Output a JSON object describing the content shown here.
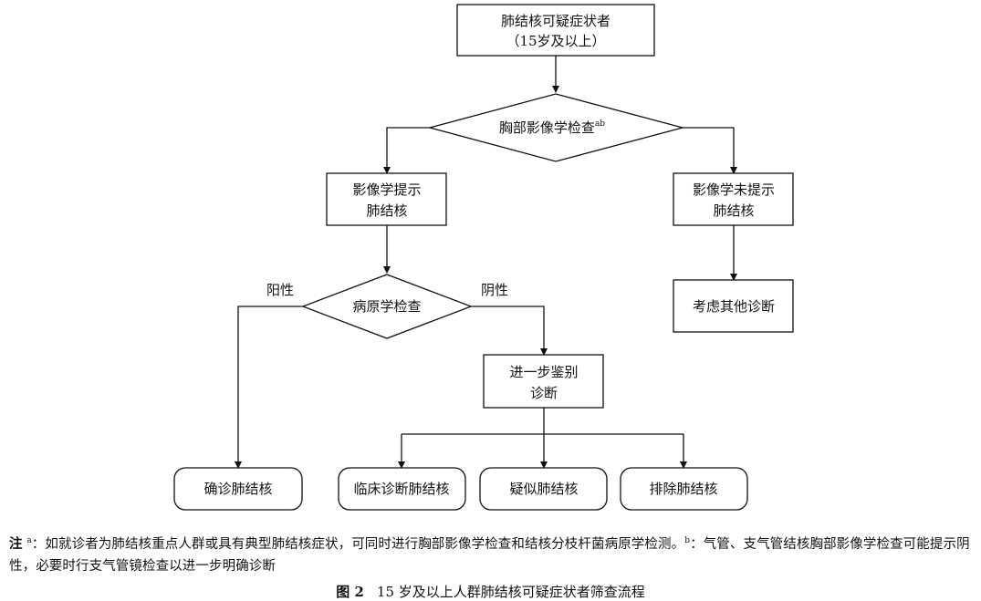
{
  "diagram": {
    "start": {
      "line1": "肺结核可疑症状者",
      "line2": "（15岁及以上）"
    },
    "chest_imaging": {
      "label": "胸部影像学检查",
      "sup": "ab"
    },
    "imaging_suggests": {
      "line1": "影像学提示",
      "line2": "肺结核"
    },
    "imaging_not_suggest": {
      "line1": "影像学未提示",
      "line2": "肺结核"
    },
    "other_diagnosis": {
      "label": "考虑其他诊断"
    },
    "pathogen_exam": {
      "label": "病原学检查"
    },
    "positive_label": "阳性",
    "negative_label": "阴性",
    "further_diff": {
      "line1": "进一步鉴别",
      "line2": "诊断"
    },
    "confirmed": {
      "label": "确诊肺结核"
    },
    "clinical": {
      "label": "临床诊断肺结核"
    },
    "suspected": {
      "label": "疑似肺结核"
    },
    "excluded": {
      "label": "排除肺结核"
    }
  },
  "note": {
    "label": "注",
    "sup_a": "a",
    "text_a": "：如就诊者为肺结核重点人群或具有典型肺结核症状，可同时进行胸部影像学检查和结核分枝杆菌病原学检测。",
    "sup_b": "b",
    "text_b": "：气管、支气管结核胸部影像学检查可能提示阴性，必要时行支气管镜检查以进一步明确诊断"
  },
  "caption": {
    "figure_no": "图 2",
    "title": "15 岁及以上人群肺结核可疑症状者筛查流程"
  }
}
